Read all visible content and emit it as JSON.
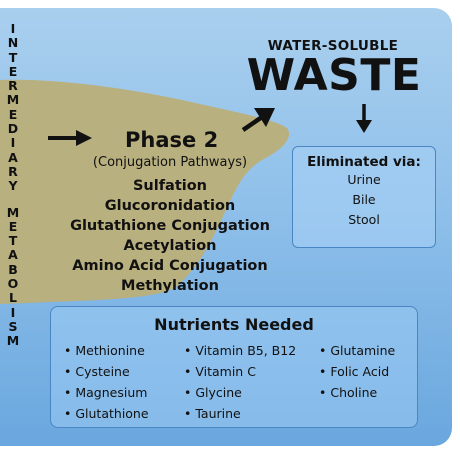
{
  "colors": {
    "blob": "#b9b07f",
    "panel_top": "#a9cfee",
    "panel_bottom": "#6aa7de",
    "text": "#111111"
  },
  "side_label": [
    "I",
    "N",
    "T",
    "E",
    "R",
    "M",
    "E",
    "D",
    "I",
    "A",
    "R",
    "Y",
    "",
    "M",
    "E",
    "T",
    "A",
    "B",
    "O",
    "L",
    "I",
    "S",
    "M"
  ],
  "waste": {
    "small": "WATER-SOLUBLE",
    "big": "WASTE"
  },
  "phase": {
    "title": "Phase 2",
    "subtitle": "(Conjugation Pathways)",
    "items": [
      "Sulfation",
      "Glucoronidation",
      "Glutathione Conjugation",
      "Acetylation",
      "Amino Acid Conjugation",
      "Methylation"
    ]
  },
  "eliminated": {
    "title": "Eliminated via:",
    "items": [
      "Urine",
      "Bile",
      "Stool"
    ]
  },
  "nutrients": {
    "title": "Nutrients Needed",
    "col1": [
      "• Methionine",
      "• Cysteine",
      "• Magnesium",
      "• Glutathione"
    ],
    "col2": [
      "• Vitamin B5, B12",
      "• Vitamin C",
      "• Glycine",
      "• Taurine"
    ],
    "col3": [
      "• Glutamine",
      "• Folic Acid",
      "• Choline"
    ]
  }
}
